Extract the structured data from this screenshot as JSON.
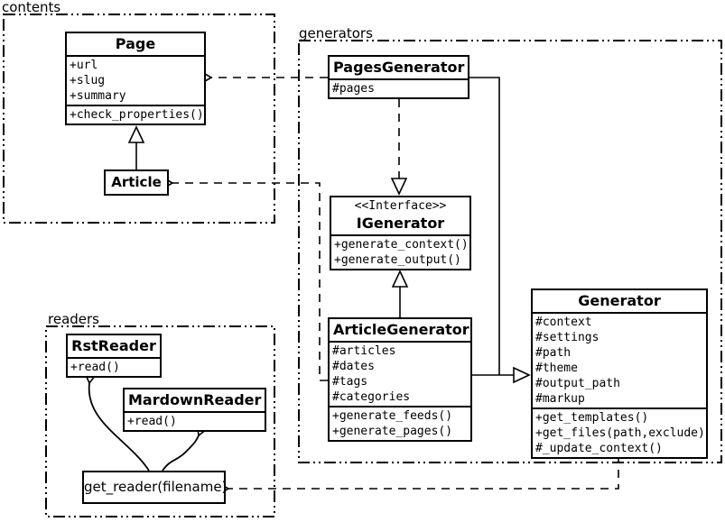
{
  "packages": {
    "contents": {
      "label": "contents"
    },
    "generators": {
      "label": "generators"
    },
    "readers": {
      "label": "readers"
    }
  },
  "classes": {
    "page": {
      "name": "Page",
      "attrs": [
        "+url",
        "+slug",
        "+summary"
      ],
      "methods": [
        "+check_properties()"
      ]
    },
    "article": {
      "name": "Article"
    },
    "pages_generator": {
      "name": "PagesGenerator",
      "attrs": [
        "#pages"
      ]
    },
    "igenerator": {
      "stereotype": "<<Interface>>",
      "name": "IGenerator",
      "methods": [
        "+generate_context()",
        "+generate_output()"
      ]
    },
    "article_generator": {
      "name": "ArticleGenerator",
      "attrs": [
        "#articles",
        "#dates",
        "#tags",
        "#categories"
      ],
      "methods": [
        "+generate_feeds()",
        "+generate_pages()"
      ]
    },
    "generator": {
      "name": "Generator",
      "attrs": [
        "#context",
        "#settings",
        "#path",
        "#theme",
        "#output_path",
        "#markup"
      ],
      "methods": [
        "+get_templates()",
        "+get_files(path,exclude)",
        "#_update_context()"
      ]
    },
    "rst_reader": {
      "name": "RstReader",
      "methods": [
        "+read()"
      ]
    },
    "markdown_reader": {
      "name": "MardownReader",
      "methods": [
        "+read()"
      ]
    },
    "get_reader": {
      "label": "get_reader(filename)"
    }
  },
  "colors": {
    "line": "#000000",
    "background": "#ffffff"
  }
}
